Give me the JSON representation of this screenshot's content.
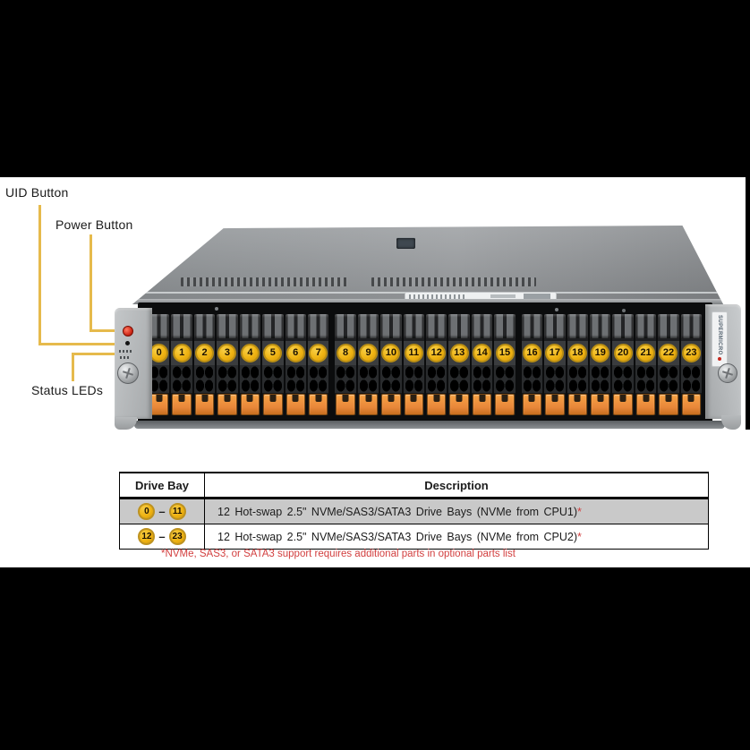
{
  "callouts": {
    "uid": "UID Button",
    "power": "Power Button",
    "status": "Status LEDs"
  },
  "server": {
    "brand": "SUPERMICRO",
    "bays": [
      "0",
      "1",
      "2",
      "3",
      "4",
      "5",
      "6",
      "7",
      "8",
      "9",
      "10",
      "11",
      "12",
      "13",
      "14",
      "15",
      "16",
      "17",
      "18",
      "19",
      "20",
      "21",
      "22",
      "23"
    ]
  },
  "table": {
    "col_drive_bay": "Drive Bay",
    "col_description": "Description",
    "range_separator": "–",
    "rows": [
      {
        "from": "0",
        "to": "11",
        "description": "12 Hot-swap 2.5\" NVMe/SAS3/SATA3 Drive Bays (NVMe from CPU1)",
        "footnote_marker": "*"
      },
      {
        "from": "12",
        "to": "23",
        "description": "12 Hot-swap 2.5\" NVMe/SAS3/SATA3 Drive Bays (NVMe from CPU2)",
        "footnote_marker": "*"
      }
    ],
    "footnote": "*NVMe, SAS3, or SATA3 support requires additional parts in optional parts list"
  },
  "colors": {
    "callout_line": "#E6BA4C",
    "bay_badge": "#EFB312",
    "latch_orange": "#E8873A",
    "latch_orange_light": "#F7A344",
    "footnote_red": "#D23F3F",
    "shaded_row": "#C9C9C9"
  }
}
